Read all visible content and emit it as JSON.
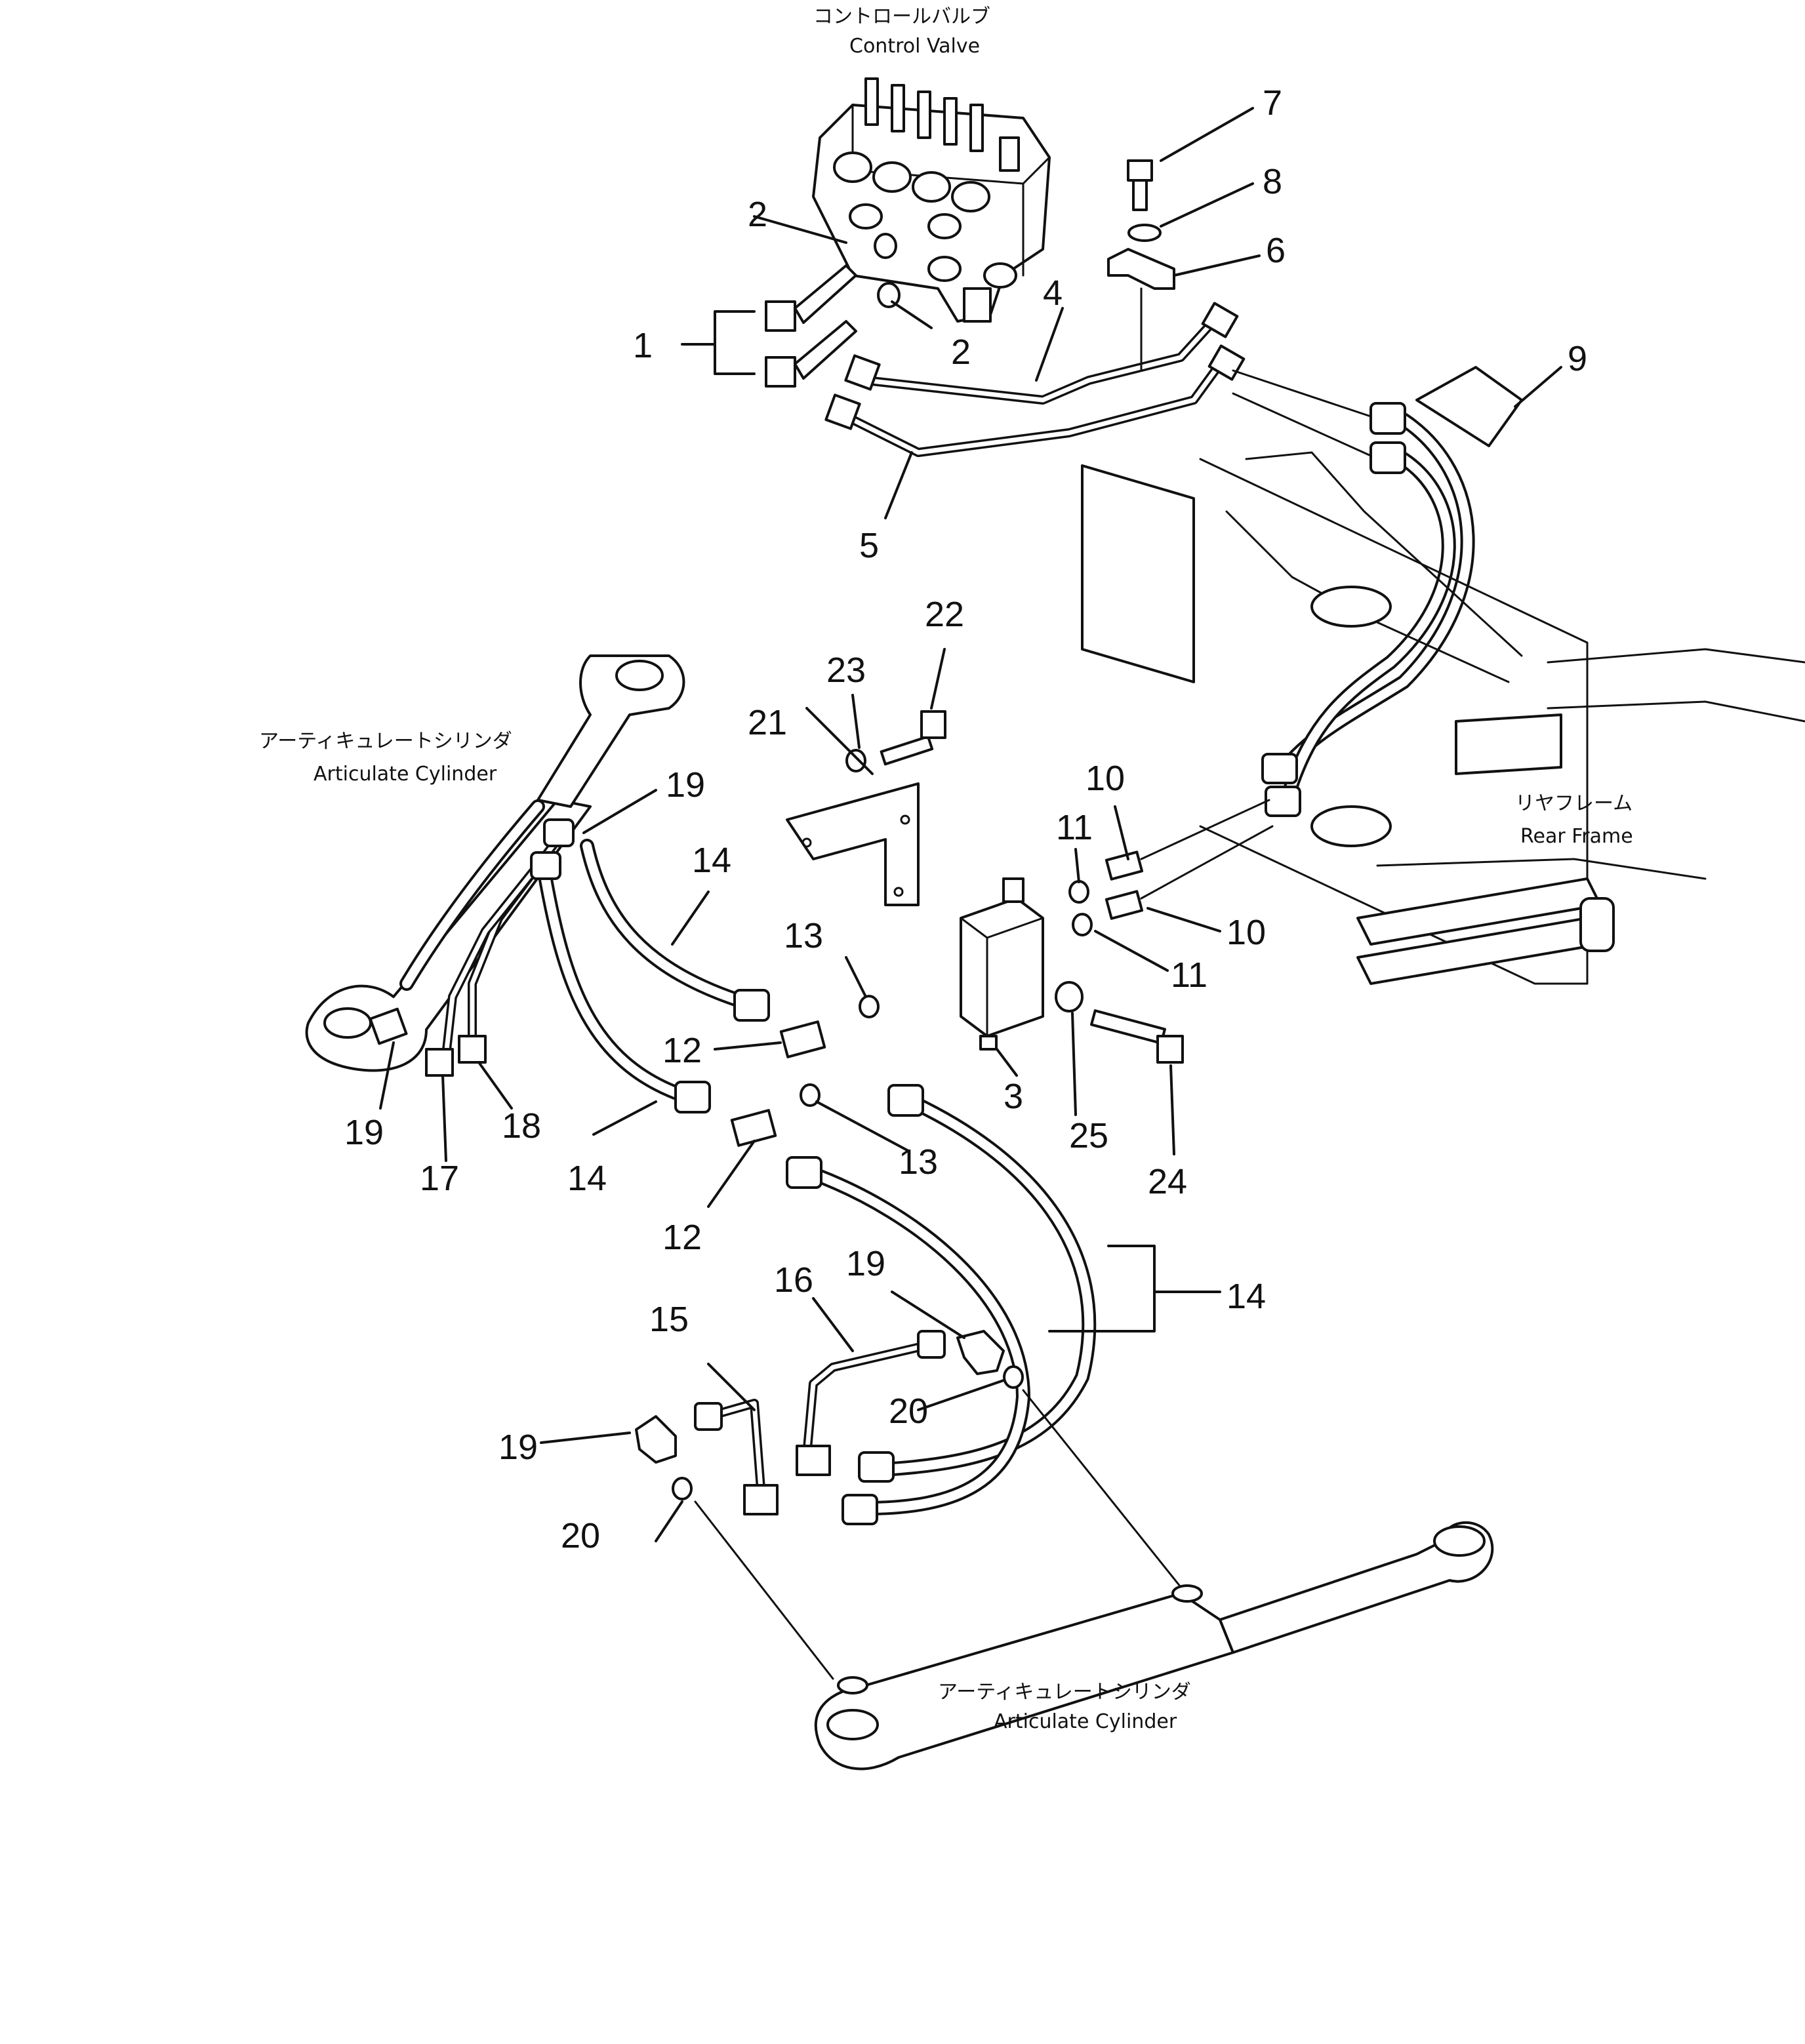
{
  "labels": {
    "control_valve_jp": "コントロールバルブ",
    "control_valve_en": "Control Valve",
    "articulate_cyl_jp": "アーティキュレートシリンダ",
    "articulate_cyl_en": "Articulate Cylinder",
    "rear_frame_jp": "リヤフレーム",
    "rear_frame_en": "Rear Frame"
  },
  "callouts": [
    "1",
    "2",
    "2",
    "3",
    "4",
    "5",
    "6",
    "7",
    "8",
    "9",
    "10",
    "10",
    "11",
    "11",
    "12",
    "12",
    "13",
    "13",
    "14",
    "14",
    "14",
    "15",
    "16",
    "17",
    "18",
    "19",
    "19",
    "19",
    "19",
    "20",
    "20",
    "21",
    "22",
    "23",
    "24",
    "25"
  ]
}
